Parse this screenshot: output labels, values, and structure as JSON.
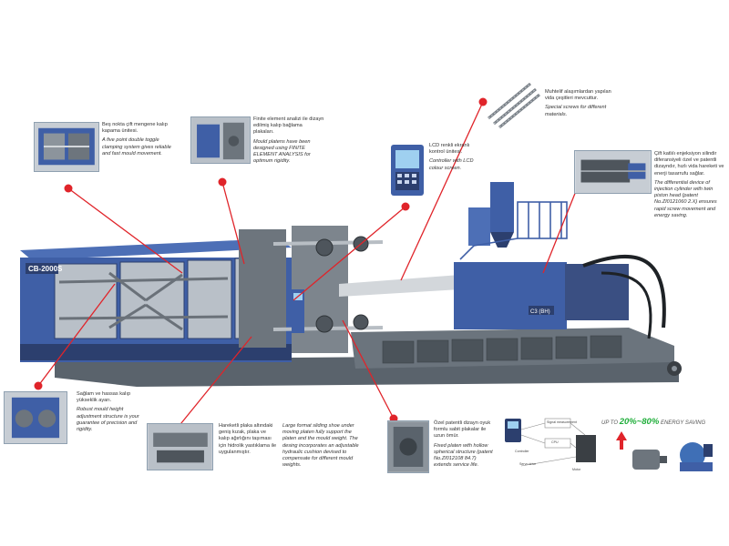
{
  "colors": {
    "machine_blue": "#3f5fa6",
    "machine_dark": "#2c3f6e",
    "steel": "#8c949c",
    "leader_red": "#e0242a",
    "energy_green": "#1fae3a"
  },
  "machine": {
    "brand_label": "CB-2000S",
    "logo_label": "C3 (BH)"
  },
  "callouts": [
    {
      "id": "toggle",
      "tr": "Beş nokta çift mengene kalıp kapama ünitesi.",
      "en": "A five point double toggle clamping system gives reliable and fast mould movement."
    },
    {
      "id": "platens",
      "tr": "Finite element analizi ile dizayn edilmiş kalıp bağlama plakaları.",
      "en": "Mould platens have been designed using FINITE ELEMENT ANALYSIS for optimum rigidity."
    },
    {
      "id": "lcd",
      "tr": "LCD renkli ekranlı kontrol ünitesi.",
      "en": "Controller with LCD colour screen."
    },
    {
      "id": "screws",
      "tr": "Muhtelif alaşımlardan yapılan vida çeşitleri mevcuttur.",
      "en": "Special screws for different materials."
    },
    {
      "id": "injection",
      "tr": "Çift katlılı enjeksiyon silindir diferansiyeli özel ve patentli dizayndır, hızlı vida hareketi ve enerji tasarrufu sağlar.",
      "en": "The differential device of injection cylinder with twin piston head (patent No.ZI0121060 2.X) ensures rapid screw movement and energy saving."
    },
    {
      "id": "height",
      "tr": "Sağlam ve hassas kalıp yükseklik ayarı.",
      "en": "Robust mould height adjustment structure is your guarantee of precision and rigidity."
    },
    {
      "id": "sliding",
      "tr": "Hareketli plaka altındaki geniş kızak, plaka ve kalıp ağırlığını taşıması için hidrolik yastıklama ile uygulanmıştır.",
      "en": "Large format sliding shoe under moving platen fully support the platen and the mould weight. The desing incorporates an adjustable hydraulic cushion devised to compensate for different mould weights."
    },
    {
      "id": "fixed",
      "tr": "Özel patentli dizayn oyuk formlu sabit plakalar ile uzun ömür.",
      "en": "Fixed platen with hollow spherical structure (patent No.ZI012108 84.7) extends service life."
    }
  ],
  "energy": {
    "prefix": "UP TO",
    "percent": "20%~80%",
    "suffix": "ENERGY SAVING"
  },
  "flow_labels": [
    "Signal measurement",
    "Controller",
    "CPU",
    "Servo drive",
    "Motor"
  ]
}
